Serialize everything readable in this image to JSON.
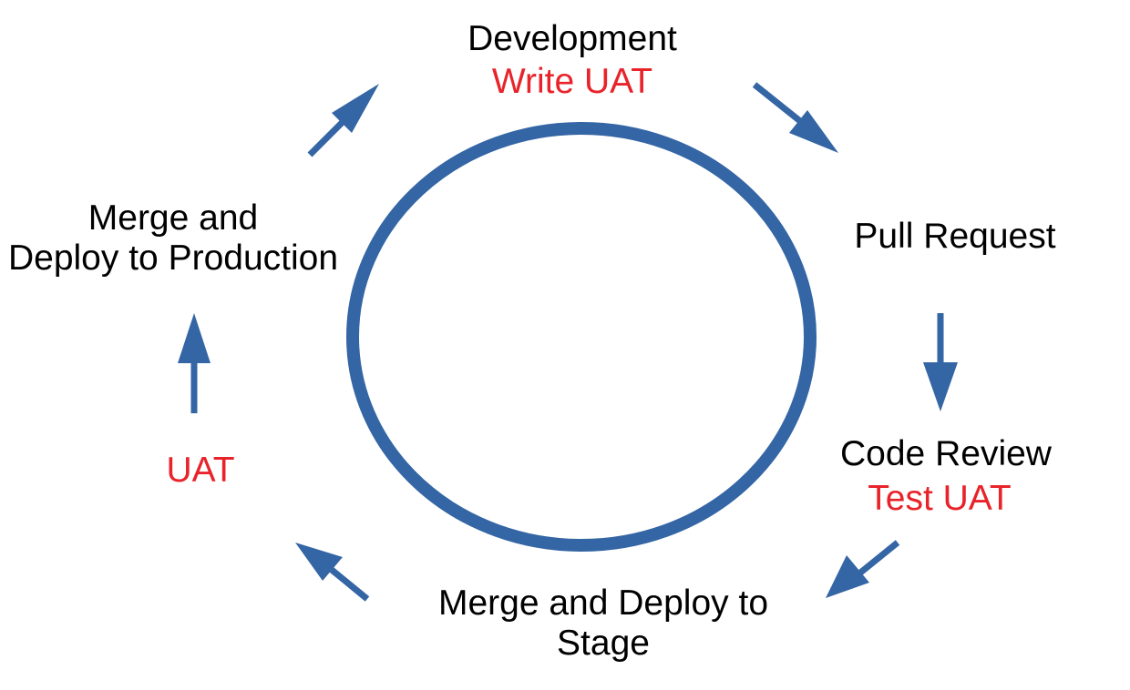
{
  "colors": {
    "cycle": "#3465a4",
    "arrow": "#3465a4",
    "text": "#000000",
    "highlight": "#e8232a"
  },
  "steps": {
    "development": {
      "title": "Development",
      "note": "Write UAT"
    },
    "pull_request": {
      "title": "Pull Request"
    },
    "code_review": {
      "title": "Code Review",
      "note": "Test UAT"
    },
    "stage": {
      "line1": "Merge and Deploy to",
      "line2": "Stage"
    },
    "uat": {
      "note": "UAT"
    },
    "production": {
      "line1": "Merge and",
      "line2": "Deploy to Production"
    }
  }
}
